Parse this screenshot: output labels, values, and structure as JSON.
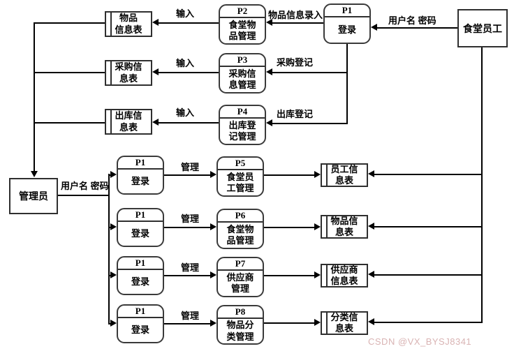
{
  "entities": {
    "staff": {
      "label": "食堂员工"
    },
    "admin": {
      "label": "管理员"
    }
  },
  "processes": {
    "p1_top": {
      "id": "P1",
      "name": "登录"
    },
    "p2": {
      "id": "P2",
      "name": "食堂物\n品管理"
    },
    "p3": {
      "id": "P3",
      "name": "采购信\n息管理"
    },
    "p4": {
      "id": "P4",
      "name": "出库登\n记管理"
    },
    "p1_a": {
      "id": "P1",
      "name": "登录"
    },
    "p1_b": {
      "id": "P1",
      "name": "登录"
    },
    "p1_c": {
      "id": "P1",
      "name": "登录"
    },
    "p1_d": {
      "id": "P1",
      "name": "登录"
    },
    "p5": {
      "id": "P5",
      "name": "食堂员\n工管理"
    },
    "p6": {
      "id": "P6",
      "name": "食堂物\n品管理"
    },
    "p7": {
      "id": "P7",
      "name": "供应商\n管理"
    },
    "p8": {
      "id": "P8",
      "name": "物品分\n类管理"
    }
  },
  "stores": {
    "item_info_top": {
      "label": "物品\n信息表"
    },
    "purchase_info": {
      "label": "采购信\n息表"
    },
    "outbound_info": {
      "label": "出库信\n息表"
    },
    "employee_info": {
      "label": "员工信\n息表"
    },
    "item_info_right": {
      "label": "物品信\n息表"
    },
    "supplier_info": {
      "label": "供应商\n信息表"
    },
    "category_info": {
      "label": "分类信\n息表"
    }
  },
  "flows": {
    "input_1": "输入",
    "input_2": "输入",
    "input_3": "输入",
    "item_info_entry": "物品信息录入",
    "user_pass_staff": "用户名 密码",
    "purchase_reg": "采购登记",
    "outbound_reg": "出库登记",
    "user_pass_admin": "用户名 密码",
    "manage_1": "管理",
    "manage_2": "管理",
    "manage_3": "管理",
    "manage_4": "管理"
  },
  "watermark": "CSDN @VX_BYSJ8341",
  "colors": {
    "line": "#000000",
    "background": "#ffffff",
    "watermark_text": "#d9b3b3"
  }
}
